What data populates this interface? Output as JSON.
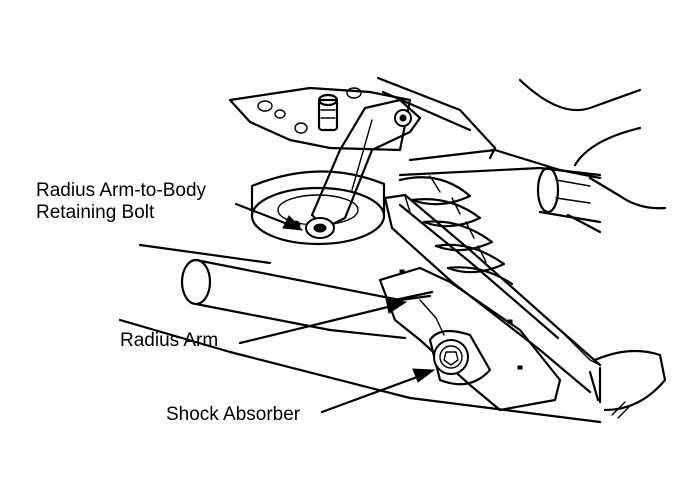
{
  "labels": {
    "body_bolt_line1": "Radius Arm-to-Body",
    "body_bolt_line2": "Retaining Bolt",
    "radius_arm": "Radius Arm",
    "shock_absorber": "Shock Absorber"
  },
  "colors": {
    "ink": "#000000",
    "paper": "#ffffff"
  }
}
